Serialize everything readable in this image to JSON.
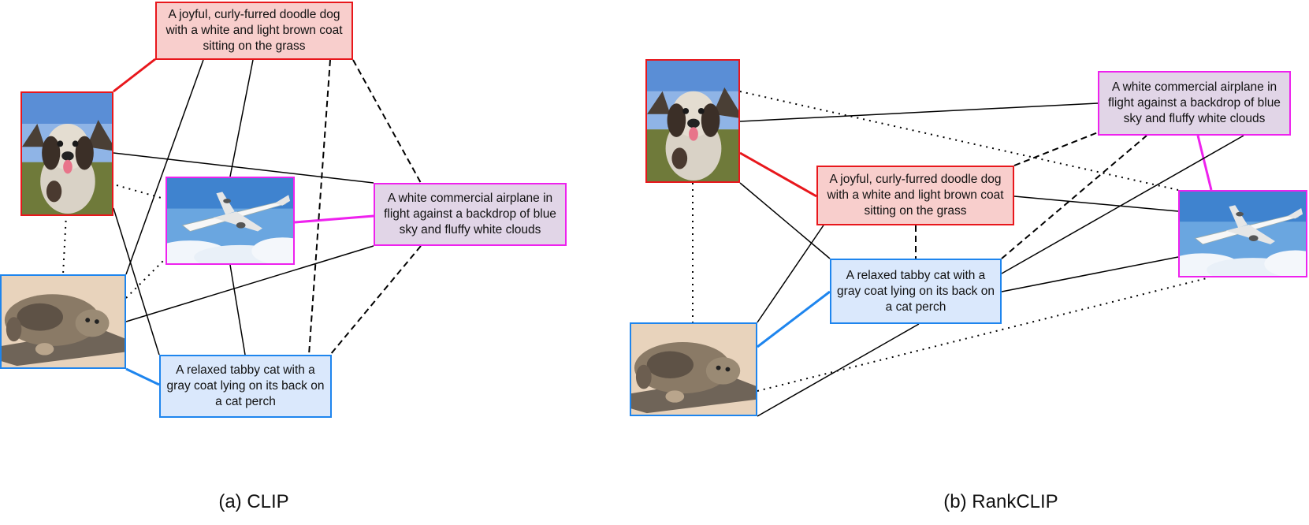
{
  "captions": {
    "dog": "A joyful, curly-furred doodle dog with a white and light brown coat sitting on the grass",
    "airplane": "A white commercial airplane in flight against a backdrop of blue sky and fluffy white clouds",
    "cat": "A relaxed tabby cat with a gray coat lying on its back on a cat perch"
  },
  "panels": {
    "a": {
      "label": "(a) CLIP"
    },
    "b": {
      "label": "(b) RankCLIP"
    }
  },
  "images": {
    "dog": "dog photo",
    "airplane": "airplane photo",
    "cat": "cat photo"
  },
  "colors": {
    "dog": "#e8171c",
    "airplane": "#ee22ee",
    "cat": "#1e85ee",
    "dog_fill": "#f8cecc",
    "airplane_fill": "#e1d5e7",
    "cat_fill": "#dae8fc"
  }
}
